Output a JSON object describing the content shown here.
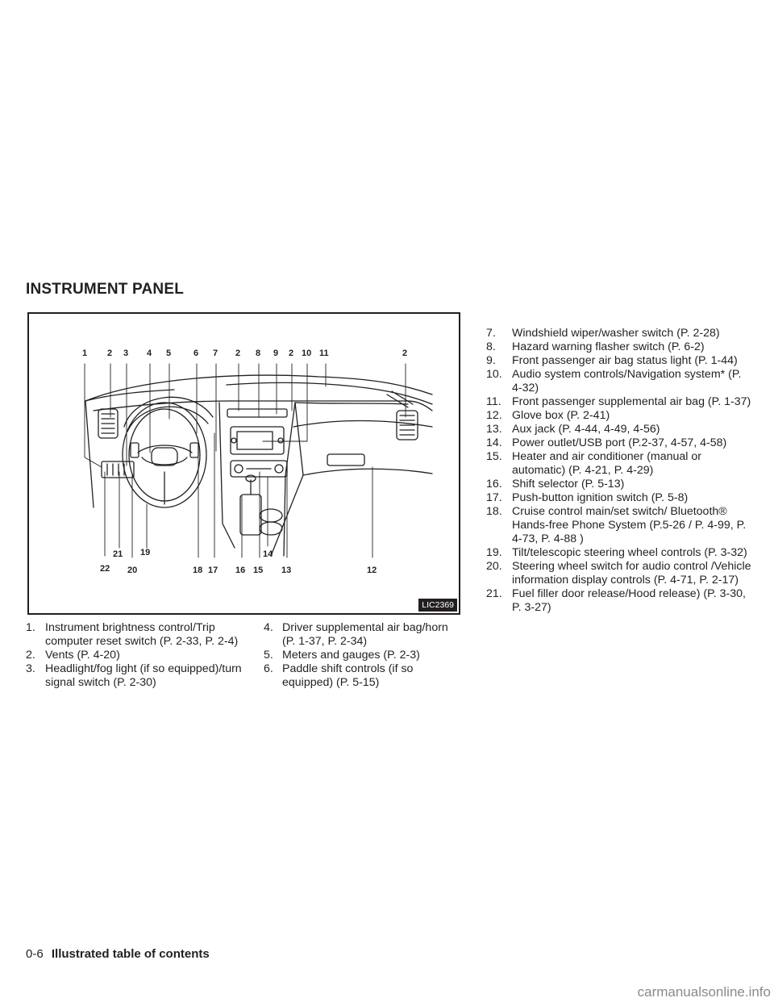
{
  "header": {
    "section_title": "INSTRUMENT PANEL"
  },
  "figure": {
    "code": "LIC2369",
    "top_labels": [
      "1",
      "2",
      "3",
      "4",
      "5",
      "6",
      "7",
      "2",
      "8",
      "9",
      "2",
      "10",
      "11",
      "2"
    ],
    "bottom_labels": [
      "22",
      "21",
      "20",
      "19",
      "18",
      "17",
      "16",
      "15",
      "14",
      "13",
      "12"
    ]
  },
  "items": [
    {
      "num": "1.",
      "text": "Instrument brightness control/Trip computer reset switch (P. 2-33, P. 2-4)"
    },
    {
      "num": "2.",
      "text": "Vents (P. 4-20)"
    },
    {
      "num": "3.",
      "text": "Headlight/fog light (if so equipped)/turn signal switch (P. 2-30)"
    },
    {
      "num": "4.",
      "text": "Driver supplemental air bag/horn (P. 1-37, P. 2-34)"
    },
    {
      "num": "5.",
      "text": "Meters and gauges (P. 2-3)"
    },
    {
      "num": "6.",
      "text": "Paddle shift controls (if so equipped) (P. 5-15)"
    },
    {
      "num": "7.",
      "text": "Windshield wiper/washer switch (P. 2-28)"
    },
    {
      "num": "8.",
      "text": "Hazard warning flasher switch (P. 6-2)"
    },
    {
      "num": "9.",
      "text": "Front passenger air bag status light (P. 1-44)"
    },
    {
      "num": "10.",
      "text": "Audio system controls/Navigation system* (P. 4-32)"
    },
    {
      "num": "11.",
      "text": "Front passenger supplemental air bag (P. 1-37)"
    },
    {
      "num": "12.",
      "text": "Glove box (P. 2-41)"
    },
    {
      "num": "13.",
      "text": "Aux jack (P. 4-44, 4-49, 4-56)"
    },
    {
      "num": "14.",
      "text": "Power outlet/USB port (P.2-37, 4-57, 4-58)"
    },
    {
      "num": "15.",
      "text": "Heater and air conditioner (manual or automatic) (P. 4-21, P. 4-29)"
    },
    {
      "num": "16.",
      "text": "Shift selector (P. 5-13)"
    },
    {
      "num": "17.",
      "text": "Push-button ignition switch (P. 5-8)"
    },
    {
      "num": "18.",
      "text": "Cruise control main/set switch/ Bluetooth® Hands-free Phone System (P.5-26 / P. 4-99, P. 4-73, P. 4-88 )"
    },
    {
      "num": "19.",
      "text": "Tilt/telescopic steering wheel controls (P. 3-32)"
    },
    {
      "num": "20.",
      "text": "Steering wheel switch for audio control /Vehicle information display controls (P. 4-71, P. 2-17)"
    },
    {
      "num": "21.",
      "text": "Fuel filler door release/Hood release) (P. 3-30, P. 3-27)"
    }
  ],
  "footer": {
    "page_number": "0-6",
    "title": "Illustrated table of contents"
  },
  "watermark": "carmanualsonline.info"
}
